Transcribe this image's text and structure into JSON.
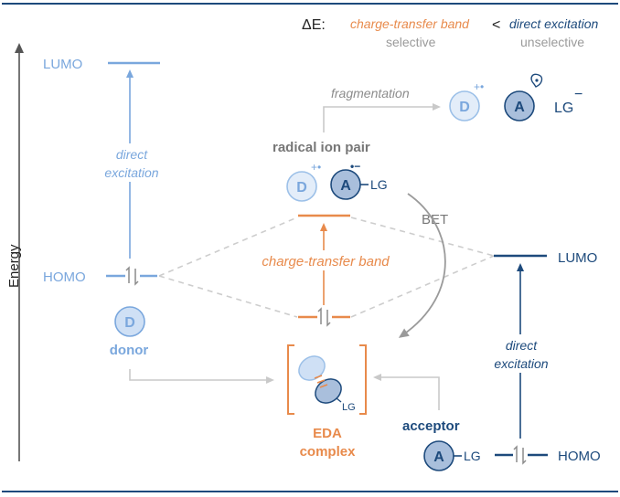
{
  "colors": {
    "donor": "#7aa7dd",
    "donor_fill": "#cfe0f5",
    "acceptor": "#1d4a7c",
    "acceptor_fill": "#a9bfdc",
    "cta": "#e88a4b",
    "grey": "#8c8c8c",
    "light_grey": "#c9c9c9",
    "dash": "#cdcdcd",
    "rule": "#1d4a7c",
    "axis": "#555555"
  },
  "legend": {
    "delta_e": "ΔE:",
    "cta_label": "charge-transfer band",
    "comparator": "<",
    "direct_label": "direct excitation",
    "cta_sub": "selective",
    "direct_sub": "unselective"
  },
  "axis_label": "Energy",
  "donor": {
    "lumo": "LUMO",
    "homo": "HOMO",
    "excitation_line1": "direct",
    "excitation_line2": "excitation",
    "symbol": "D",
    "name": "donor"
  },
  "acceptor": {
    "lumo": "LUMO",
    "homo": "HOMO",
    "excitation_line1": "direct",
    "excitation_line2": "excitation",
    "symbol": "A",
    "leaving_group": "LG",
    "name": "acceptor"
  },
  "cta_band_label": "charge-transfer band",
  "radical_pair": {
    "title": "radical ion pair",
    "donor_symbol": "D",
    "donor_charge": "+•",
    "acceptor_symbol": "A",
    "acceptor_charge": "•−",
    "leaving_group": "LG"
  },
  "fragmentation": {
    "label": "fragmentation",
    "donor_symbol": "D",
    "donor_charge": "+•",
    "acceptor_symbol": "A",
    "leaving_group": "LG",
    "lg_charge": "−"
  },
  "bet_label": "BET",
  "eda": {
    "lg": "LG",
    "line1": "EDA",
    "line2": "complex"
  }
}
